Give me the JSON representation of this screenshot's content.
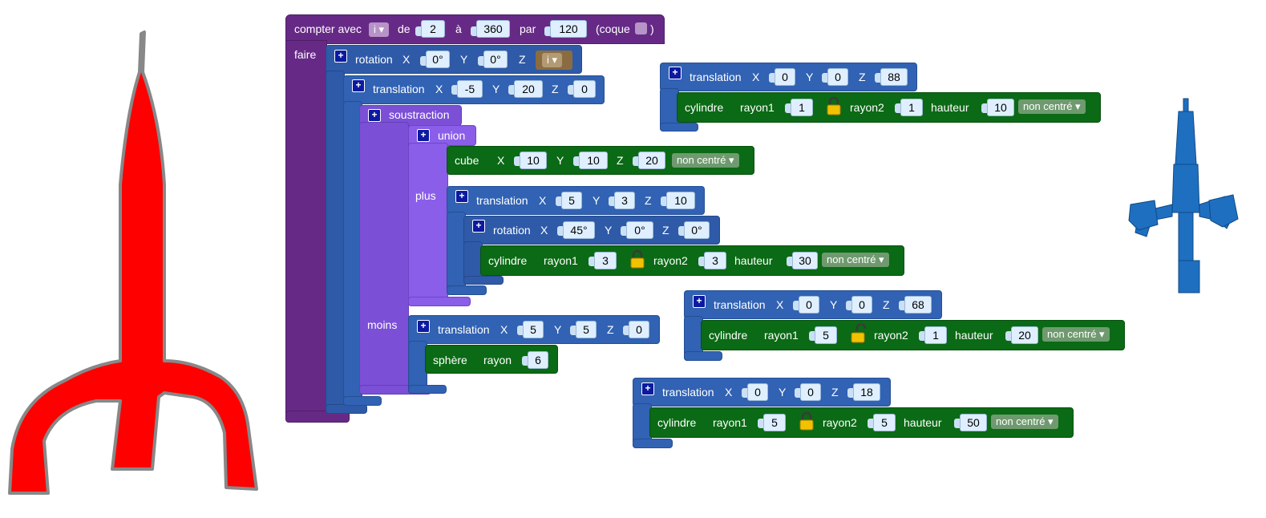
{
  "for_block": {
    "compter": "compter avec",
    "var": "i ▾",
    "de": "de",
    "de_val": "2",
    "a": "à",
    "a_val": "360",
    "par": "par",
    "par_val": "120",
    "coque": "(coque",
    "coque_end": ")",
    "faire": "faire"
  },
  "rotation1": {
    "title": "rotation",
    "x": "X",
    "x_val": "0°",
    "y": "Y",
    "y_val": "0°",
    "z": "Z",
    "z_val": "i ▾"
  },
  "translation1": {
    "title": "translation",
    "x": "X",
    "x_val": "-5",
    "y": "Y",
    "y_val": "20",
    "z": "Z",
    "z_val": "0"
  },
  "soustraction": {
    "title": "soustraction",
    "moins": "moins"
  },
  "union": {
    "title": "union",
    "plus": "plus"
  },
  "cube": {
    "title": "cube",
    "x": "X",
    "x_val": "10",
    "y": "Y",
    "y_val": "10",
    "z": "Z",
    "z_val": "20",
    "mode": "non centré ▾"
  },
  "translation2": {
    "title": "translation",
    "x": "X",
    "x_val": "5",
    "y": "Y",
    "y_val": "3",
    "z": "Z",
    "z_val": "10"
  },
  "rotation2": {
    "title": "rotation",
    "x": "X",
    "x_val": "45°",
    "y": "Y",
    "y_val": "0°",
    "z": "Z",
    "z_val": "0°"
  },
  "cyl1": {
    "title": "cylindre",
    "r1": "rayon1",
    "r1_val": "3",
    "r2": "rayon2",
    "r2_val": "3",
    "h": "hauteur",
    "h_val": "30",
    "mode": "non centré ▾"
  },
  "translation3": {
    "title": "translation",
    "x": "X",
    "x_val": "5",
    "y": "Y",
    "y_val": "5",
    "z": "Z",
    "z_val": "0"
  },
  "sphere": {
    "title": "sphère",
    "r": "rayon",
    "r_val": "6"
  },
  "translation_a": {
    "title": "translation",
    "x": "X",
    "x_val": "0",
    "y": "Y",
    "y_val": "0",
    "z": "Z",
    "z_val": "88"
  },
  "cyl_a": {
    "title": "cylindre",
    "r1": "rayon1",
    "r1_val": "1",
    "r2": "rayon2",
    "r2_val": "1",
    "h": "hauteur",
    "h_val": "10",
    "mode": "non centré ▾"
  },
  "translation_b": {
    "title": "translation",
    "x": "X",
    "x_val": "0",
    "y": "Y",
    "y_val": "0",
    "z": "Z",
    "z_val": "68"
  },
  "cyl_b": {
    "title": "cylindre",
    "r1": "rayon1",
    "r1_val": "5",
    "r2": "rayon2",
    "r2_val": "1",
    "h": "hauteur",
    "h_val": "20",
    "mode": "non centré ▾"
  },
  "translation_c": {
    "title": "translation",
    "x": "X",
    "x_val": "0",
    "y": "Y",
    "y_val": "0",
    "z": "Z",
    "z_val": "18"
  },
  "cyl_c": {
    "title": "cylindre",
    "r1": "rayon1",
    "r1_val": "5",
    "r2": "rayon2",
    "r2_val": "5",
    "h": "hauteur",
    "h_val": "50",
    "mode": "non centré ▾"
  },
  "plus_sign": "+",
  "colors": {
    "purple": "#662a86",
    "violet": "#7b4fd6",
    "blue": "#2e5aa8",
    "green": "#0b6a15",
    "rocket_red": "#ff0000",
    "model_blue": "#1f6fc0"
  }
}
